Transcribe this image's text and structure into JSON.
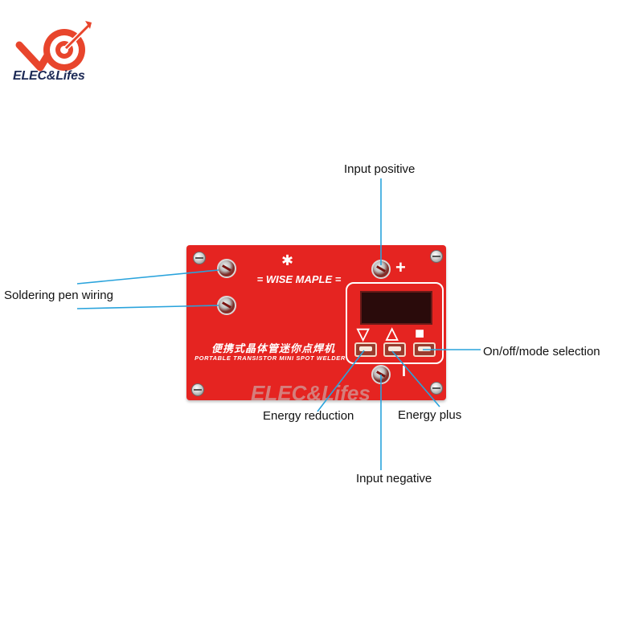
{
  "logo": {
    "brand_text": "ELEC&Lifes",
    "icon": "target-arrow-icon",
    "brand_color": "#e8452c"
  },
  "board": {
    "brand_text": "= WISE MAPLE =",
    "icon": "maple-leaf-icon",
    "title_cn": "便携式晶体管迷你点焊机",
    "title_en": "PORTABLE TRANSISTOR MINI SPOT WELDER",
    "plus_sign": "+",
    "minus_sign": "I",
    "board_color": "#e52421",
    "buttons": [
      {
        "symbol": "▽",
        "icon": "triangle-down-icon"
      },
      {
        "symbol": "△",
        "icon": "triangle-up-icon"
      },
      {
        "symbol": "■",
        "icon": "square-icon"
      }
    ]
  },
  "watermark": "ELEC&Lifes",
  "callouts": {
    "input_positive": "Input positive",
    "soldering_pen_wiring": "Soldering pen wiring",
    "on_off_mode": "On/off/mode selection",
    "energy_reduction": "Energy reduction",
    "energy_plus": "Energy plus",
    "input_negative": "Input negative"
  },
  "line_color": "#29a3dc"
}
